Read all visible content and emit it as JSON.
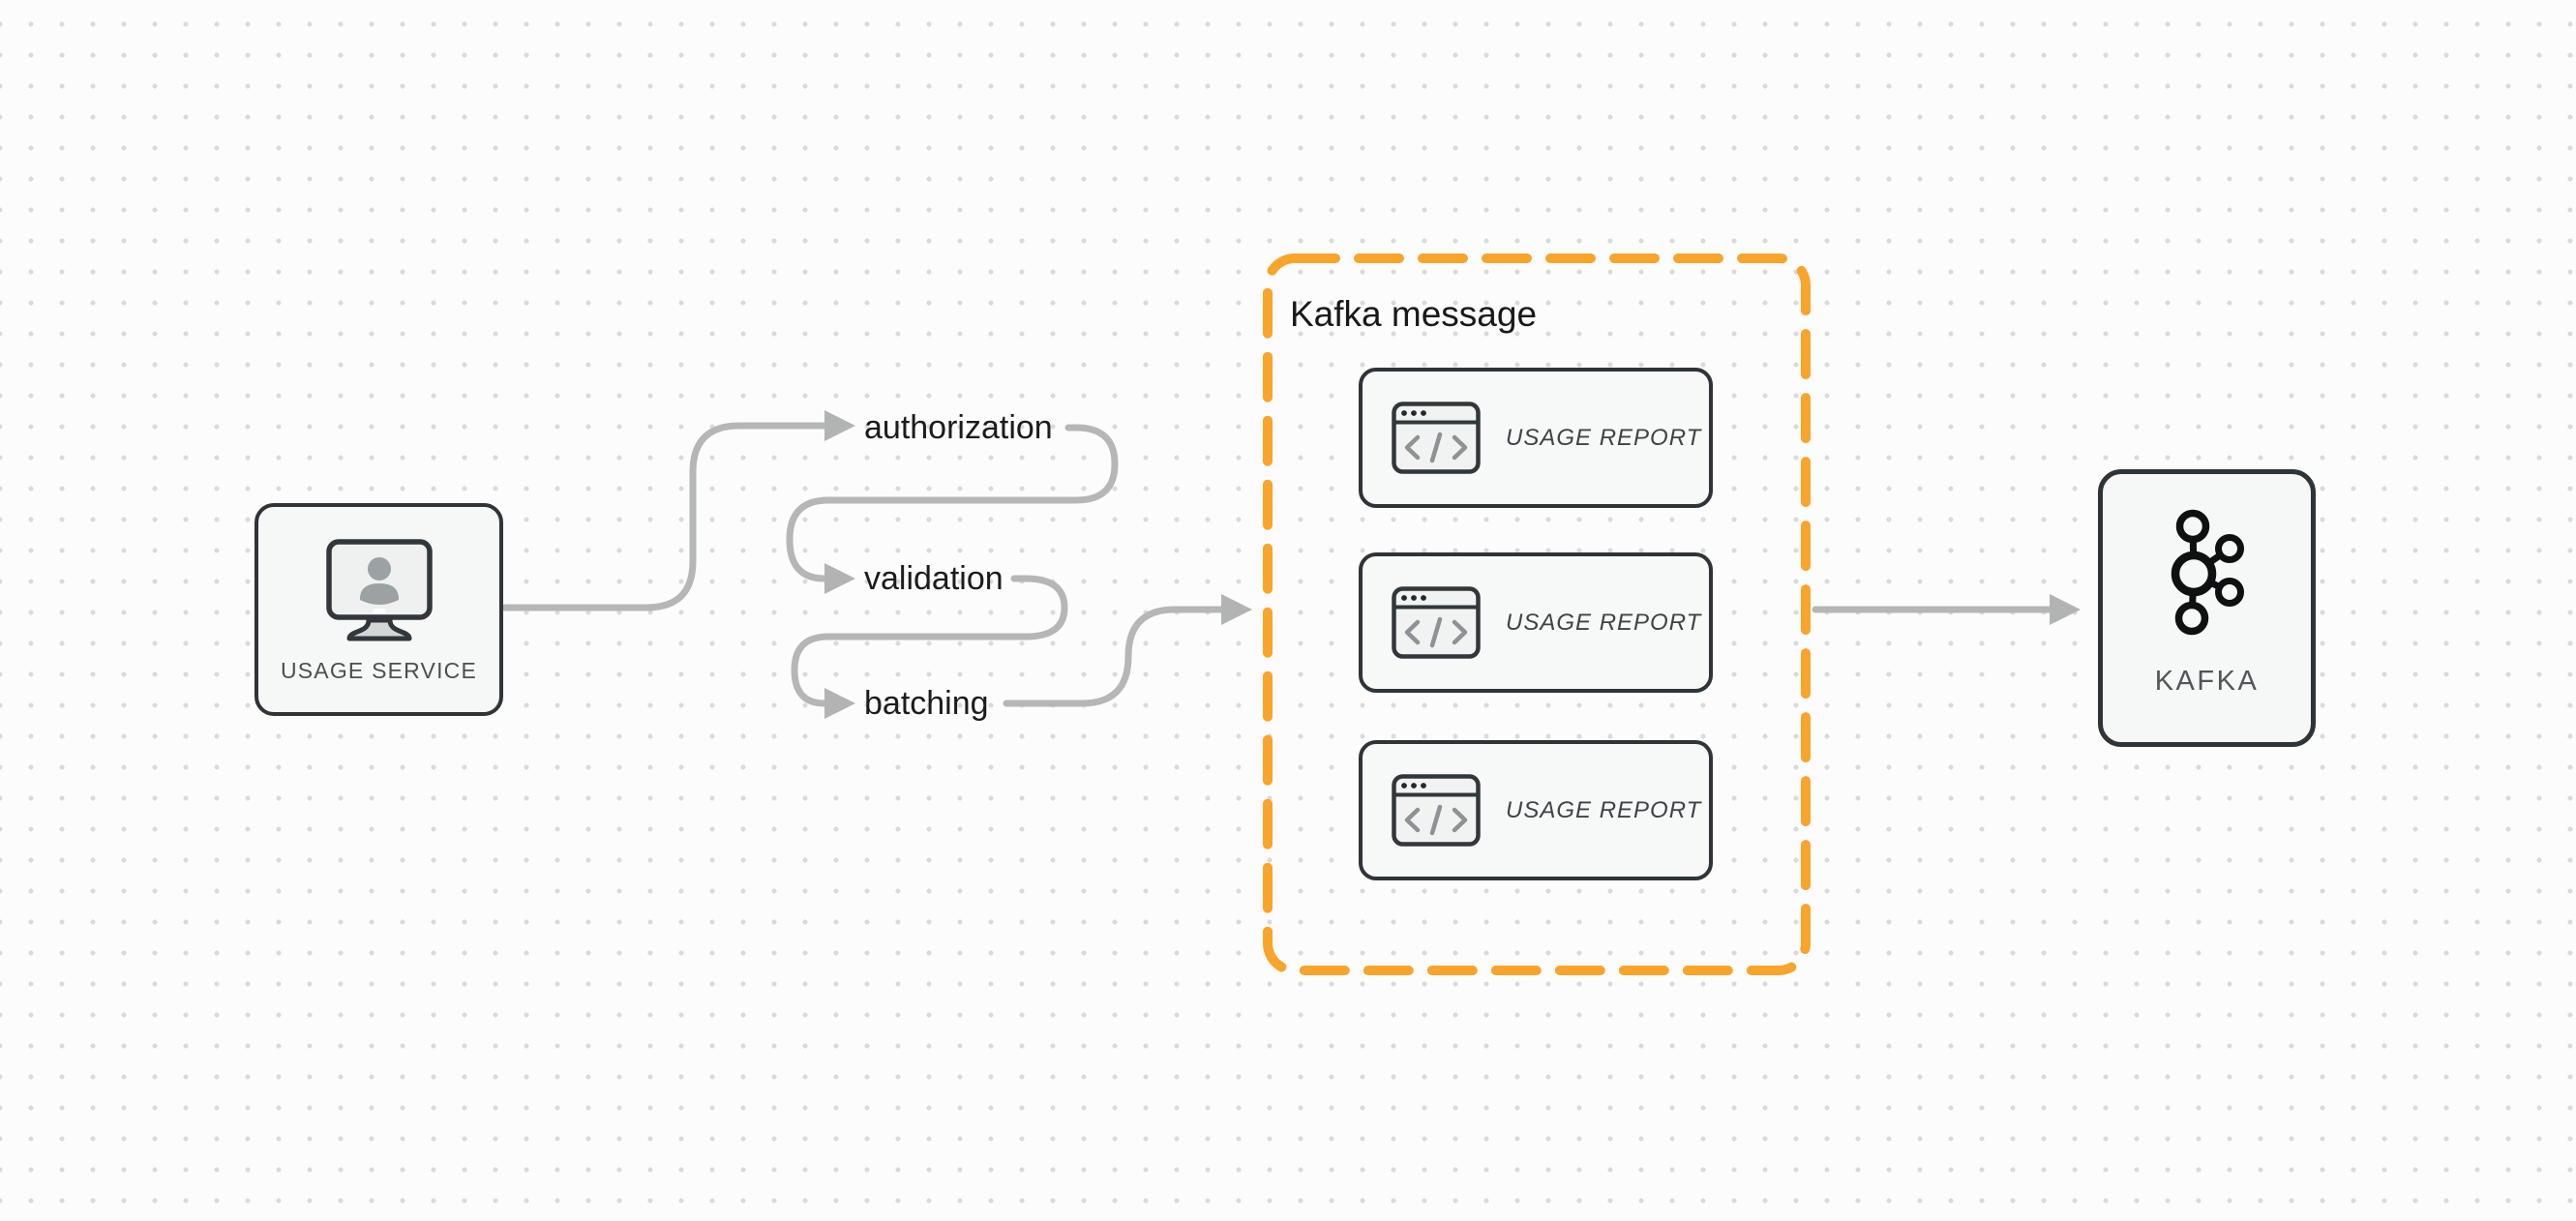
{
  "diagram": {
    "nodes": {
      "usage_service": {
        "label": "USAGE SERVICE",
        "icon": "monitor-user-icon"
      },
      "kafka": {
        "label": "KAFKA",
        "icon": "kafka-logo-icon"
      }
    },
    "steps": [
      {
        "label": "authorization"
      },
      {
        "label": "validation"
      },
      {
        "label": "batching"
      }
    ],
    "kafka_message": {
      "title": "Kafka message",
      "cards": [
        {
          "label": "USAGE REPORT",
          "icon": "code-window-icon"
        },
        {
          "label": "USAGE REPORT",
          "icon": "code-window-icon"
        },
        {
          "label": "USAGE REPORT",
          "icon": "code-window-icon"
        }
      ]
    },
    "colors": {
      "accent_orange": "#F9A42B",
      "arrow_gray": "#B5B7B6",
      "node_border_dark": "#2E3437",
      "node_fill": "#F6F7F7",
      "card_shadow_border": "#6E7376",
      "dot_grid": "#D9DBDA",
      "background": "#FCFCFC",
      "text_dark": "#1A1C1D",
      "text_muted": "#4A5053",
      "kafka_logo_black": "#0E1011"
    }
  }
}
